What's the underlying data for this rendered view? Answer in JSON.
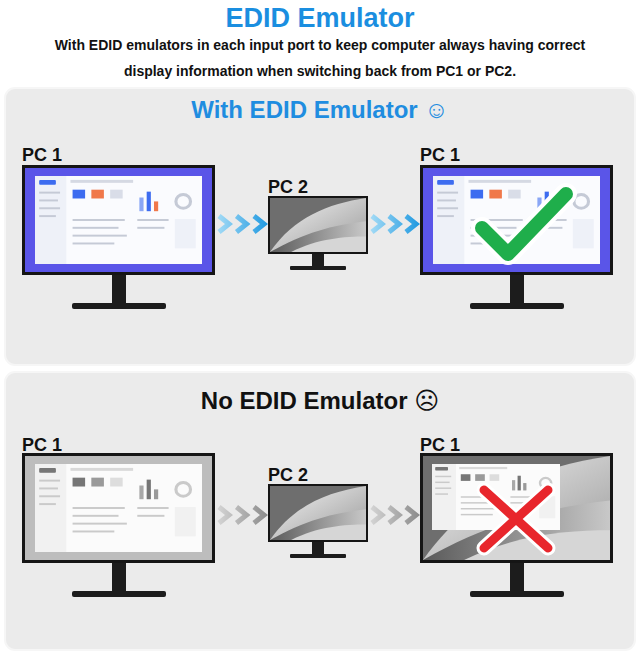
{
  "diagram": {
    "title": "EDID Emulator",
    "nodes": [
      {
        "text": [
          "With EDID Emulator ☺"
        ]
      },
      {
        "text": [
          "PC 1"
        ],
        "in": 0
      },
      {
        "text": [
          "PC 2"
        ],
        "in": 0
      },
      {
        "text": [
          "PC 1"
        ],
        "in": 0
      },
      {
        "text": [
          "No EDID Emulator ☹"
        ]
      },
      {
        "text": [
          "PC 1"
        ],
        "in": 4
      },
      {
        "text": [
          "PC 2"
        ],
        "in": 4
      },
      {
        "text": [
          "PC 1"
        ],
        "in": 4
      }
    ],
    "edges": [
      {
        "from": 1,
        "to": 2,
        "arrow": "to"
      },
      {
        "from": 2,
        "to": 3,
        "arrow": "to"
      },
      {
        "from": 5,
        "to": 6,
        "arrow": "to"
      },
      {
        "from": 6,
        "to": 7,
        "arrow": "to"
      }
    ],
    "labels": [
      "With EDID emulators in each input port to keep computer always having correct display information when switching back from PC1 or PC2."
    ]
  }
}
